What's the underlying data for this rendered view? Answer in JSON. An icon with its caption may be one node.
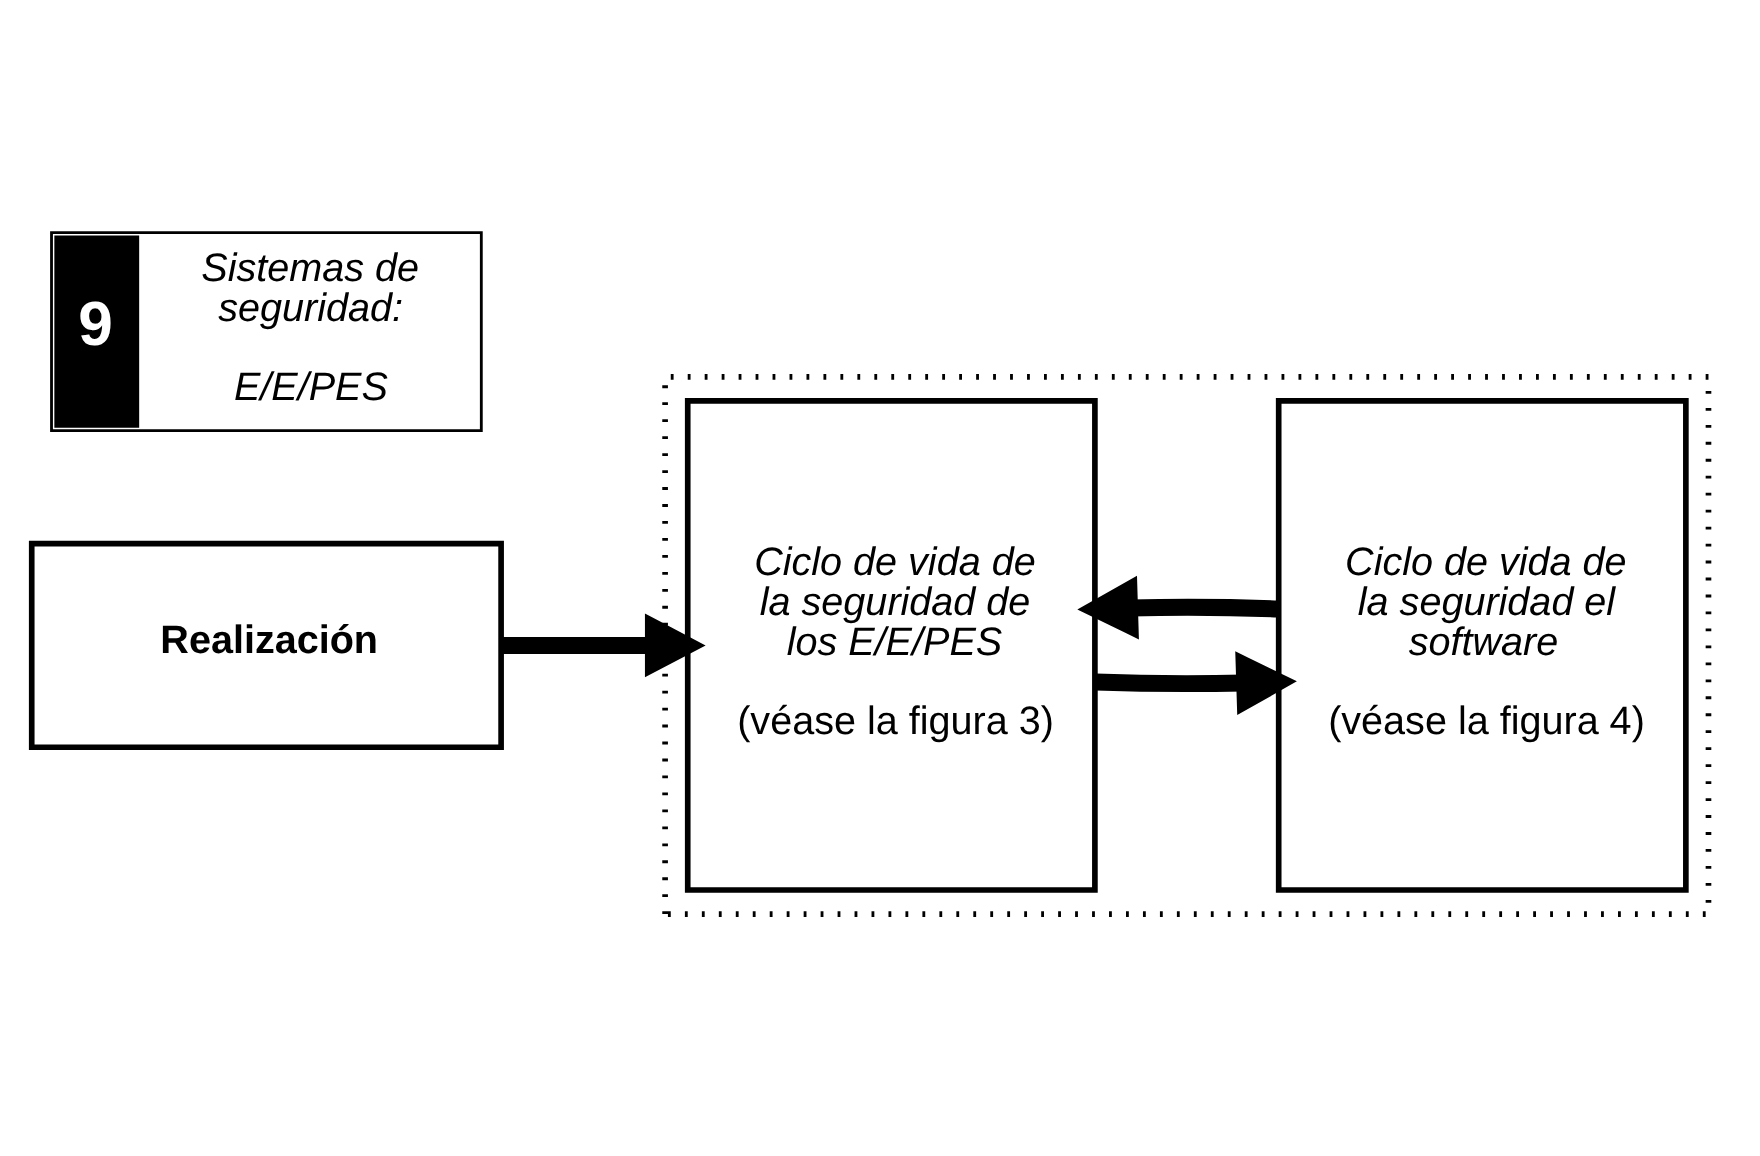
{
  "diagram": {
    "nodes": [
      {
        "text": [
          "9",
          "Sistemas de seguridad:",
          "E/E/PES"
        ]
      },
      {
        "text": [
          "Realización"
        ]
      },
      {
        "text": [],
        "shape": "box"
      },
      {
        "text": [
          "Ciclo de vida de la seguridad de los E/E/PES",
          "(véase la figura 3)"
        ],
        "in": 2
      },
      {
        "text": [
          "Ciclo de vida de la seguridad el software",
          "(véase la figura 4)"
        ],
        "in": 2
      }
    ],
    "edges": [
      {
        "from": 1,
        "to": 3,
        "arrow": "to"
      },
      {
        "from": 3,
        "to": 4,
        "arrow": "to"
      },
      {
        "from": 4,
        "to": 3,
        "arrow": "to"
      }
    ]
  }
}
